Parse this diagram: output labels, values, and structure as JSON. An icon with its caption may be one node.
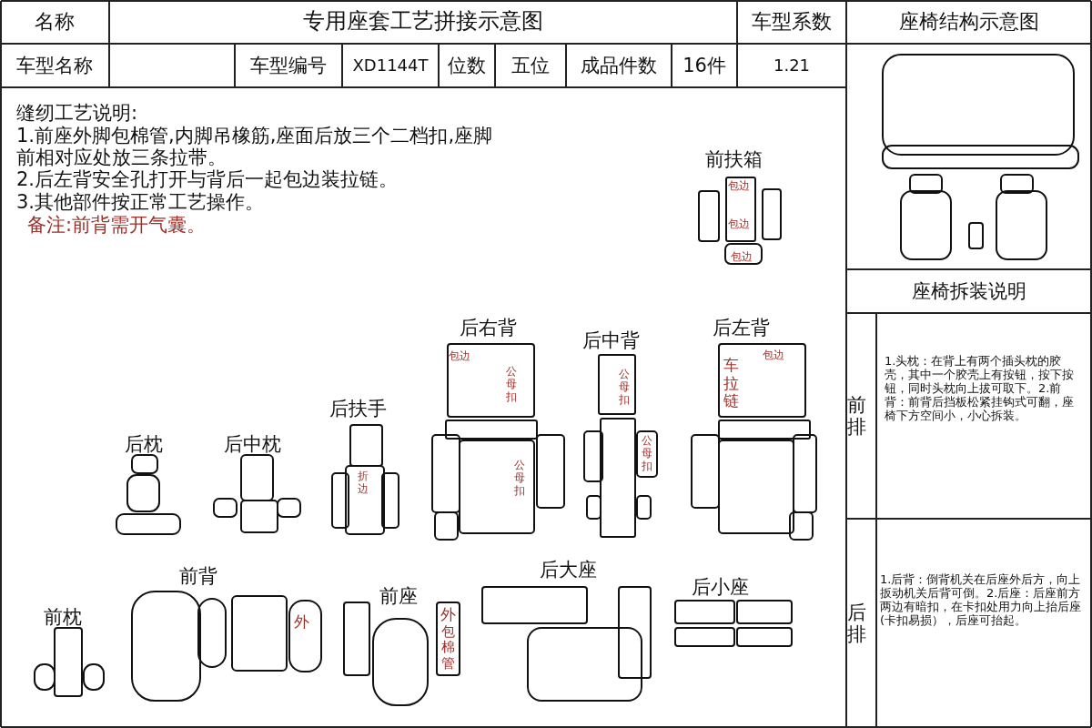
{
  "diagram": {
    "title": "专用座套工艺拼接示意图",
    "labels": [
      "名称",
      "车型系数",
      "座椅结构示意图",
      "车型名称",
      "车型编号",
      "XD1144T",
      "位数",
      "五位",
      "成品件数",
      "16件",
      "1.21",
      "缝纫工艺说明:",
      "1.前座外脚包棉管,内脚吊橡筋,座面后放三个二档扣,座脚前相对应处放三条拉带。",
      "2.后左背安全孔打开与背后一起包边装拉链。",
      "3.其他部件按正常工艺操作。",
      "备注:前背需开气囊。",
      "前扶箱",
      "包边",
      "包边",
      "包边",
      "座椅拆装说明",
      "前排",
      "1.头枕：在背上有两个插头枕的胶壳，其中一个胶壳上有按钮，按下按钮，同时头枕向上拔可取下。2.前背：前背后挡板松紧挂钩式可翻，座椅下方空间小，小心拆装。",
      "后右背",
      "包边",
      "公母扣",
      "公母扣",
      "后中背",
      "公母扣",
      "公母扣",
      "后左背",
      "包边",
      "车拉链",
      "后扶手",
      "折边",
      "后枕",
      "后中枕",
      "后排",
      "1.后背：倒背机关在后座外后方，向上扳动机关后背可倒。2.后座：后座前方两边有暗扣，在卡扣处用力向上抬后座(卡扣易损），后座可抬起。",
      "前背",
      "前枕",
      "外",
      "前座",
      "外",
      "包棉管",
      "后大座",
      "后小座"
    ]
  }
}
